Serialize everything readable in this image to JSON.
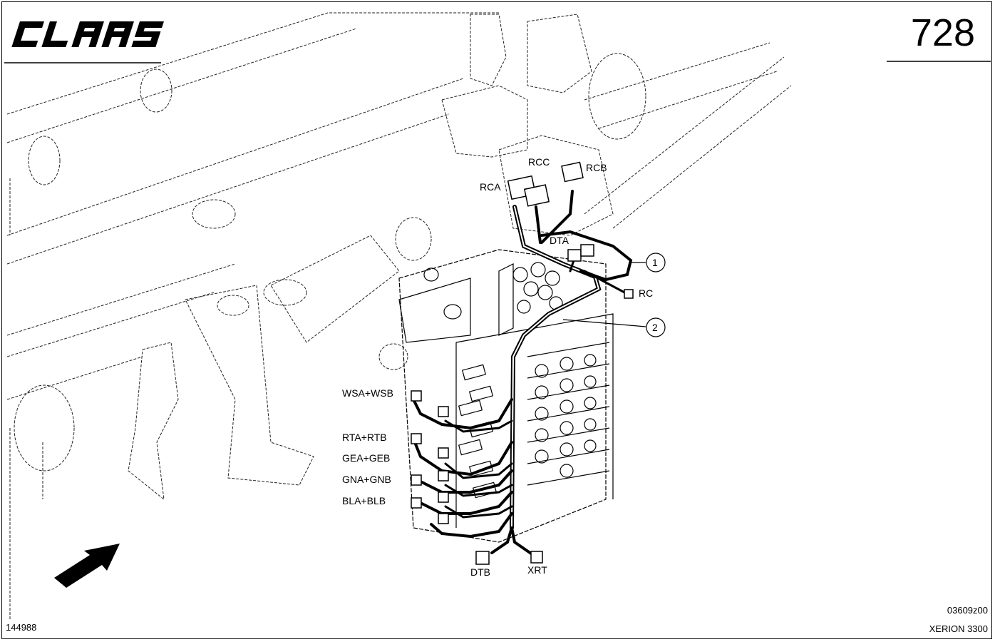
{
  "header": {
    "brand": "CLAAS",
    "page_number": "728"
  },
  "callouts": [
    {
      "id": "callout-1",
      "number": "1"
    },
    {
      "id": "callout-2",
      "number": "2"
    }
  ],
  "connectors": {
    "rca": "RCA",
    "rcc": "RCC",
    "rcb": "RCB",
    "dta": "DTA",
    "rc": "RC",
    "dtb": "DTB",
    "xrt": "XRT"
  },
  "valve_groups": [
    {
      "label": "WSA+WSB"
    },
    {
      "label": "RTA+RTB"
    },
    {
      "label": "GEA+GEB"
    },
    {
      "label": "GNA+GNB"
    },
    {
      "label": "BLA+BLB"
    }
  ],
  "footer": {
    "doc_id": "144988",
    "drawing_code": "03609z00",
    "model": "XERION 3300"
  }
}
